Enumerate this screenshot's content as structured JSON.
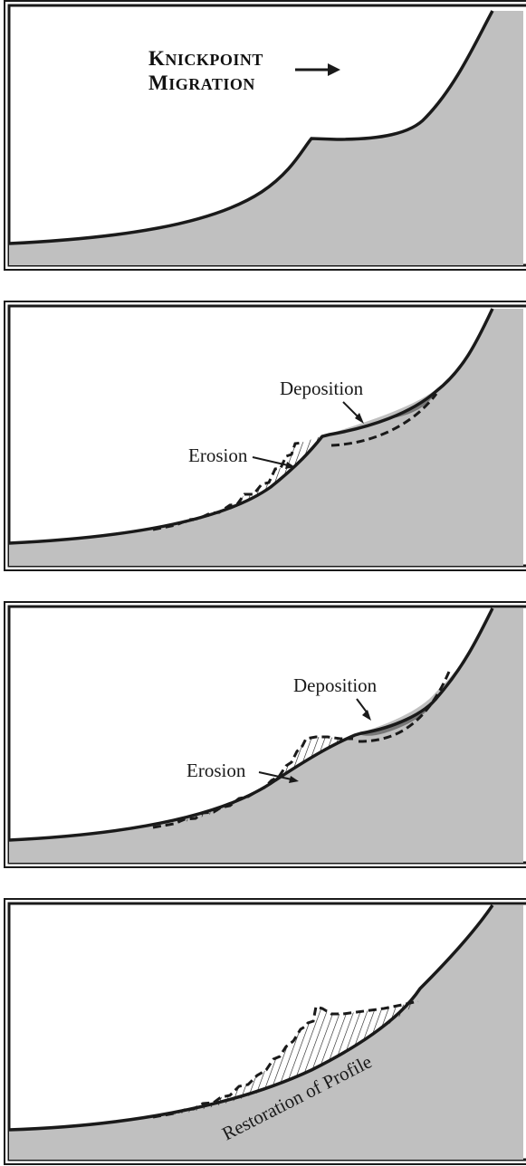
{
  "panel1": {
    "title_line1": "Knickpoint",
    "title_line2": "Migration"
  },
  "panel2": {
    "deposition_label": "Deposition",
    "erosion_label": "Erosion"
  },
  "panel3": {
    "deposition_label": "Deposition",
    "erosion_label": "Erosion"
  },
  "panel4": {
    "restoration_label": "Restoration of Profile"
  },
  "colors": {
    "ground": "#c0c0c0",
    "deposit": "#777777",
    "outline": "#1a1a1a"
  }
}
